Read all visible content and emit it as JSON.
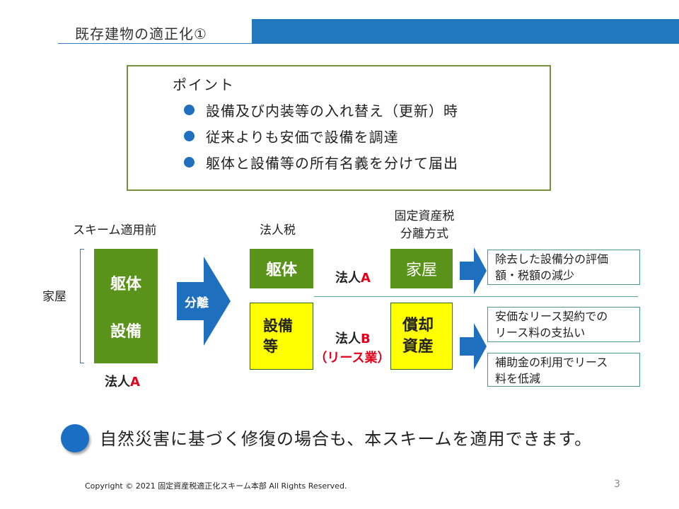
{
  "header": {
    "title": "既存建物の適正化①"
  },
  "point": {
    "title": "ポイント",
    "items": [
      "設備及び内装等の入れ替え（更新）時",
      "従来よりも安価で設備を調達",
      "躯体と設備等の所有名義を分けて届出"
    ]
  },
  "diagram": {
    "before_label": "スキーム適用前",
    "house_label": "家屋",
    "before_box": {
      "line1": "躯体",
      "line2": "設備"
    },
    "before_corp": {
      "prefix": "法人",
      "letter": "A"
    },
    "arrow_label": "分離",
    "corp_tax_label": "法人税",
    "fixed_tax_label": {
      "line1": "固定資産税",
      "line2": "分離方式"
    },
    "after_frame": "躯体",
    "after_equipment": {
      "line1": "設備",
      "line2": "等"
    },
    "corp_a": {
      "prefix": "法人",
      "letter": "A"
    },
    "corp_b": {
      "prefix": "法人",
      "letter": "B",
      "sub": "（リース業）"
    },
    "house_box": "家屋",
    "depreciable_box": {
      "line1": "償却",
      "line2": "資産"
    },
    "notes": [
      {
        "line1": "除去した設備分の評価",
        "line2": "額・税額の減少"
      },
      {
        "line1": "安価なリース契約での",
        "line2": "リース料の支払い"
      },
      {
        "line1": "補助金の利用でリース",
        "line2": "料を低減"
      }
    ]
  },
  "footer": {
    "message": "自然災害に基づく修復の場合も、本スキームを適用できます。",
    "copyright": "Copyright © 2021 固定資産税適正化スキーム本部  All Rights Reserved.",
    "page": "3"
  },
  "colors": {
    "accent_blue": "#2278bd",
    "green": "#5a9319",
    "yellow": "#ffff00",
    "red": "#e0001b",
    "olive_border": "#76923c"
  }
}
